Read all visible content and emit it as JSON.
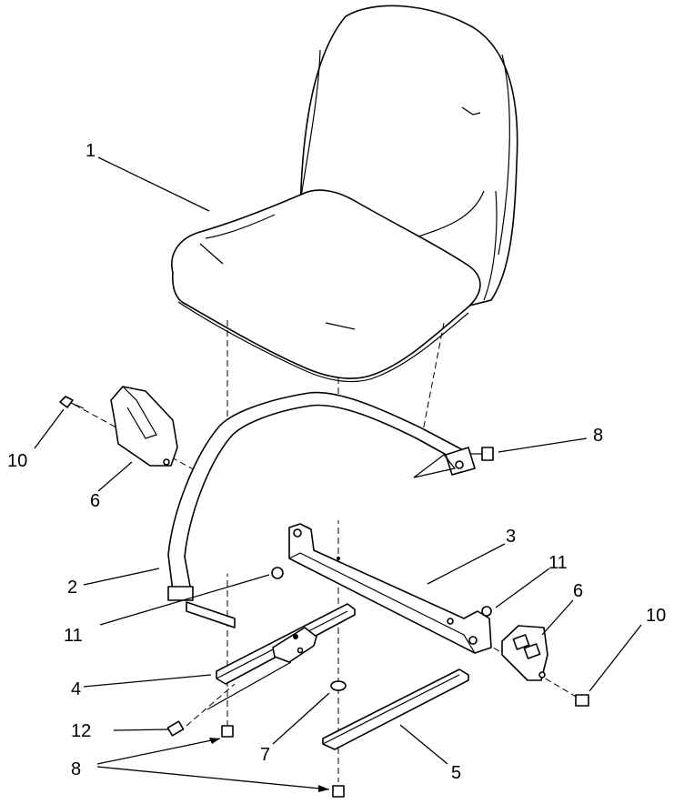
{
  "callouts": {
    "c1": "1",
    "c2": "2",
    "c3": "3",
    "c4": "4",
    "c5": "5",
    "c6a": "6",
    "c6b": "6",
    "c7": "7",
    "c8a": "8",
    "c8b": "8",
    "c10a": "10",
    "c10b": "10",
    "c11a": "11",
    "c11b": "11",
    "c12": "12"
  }
}
